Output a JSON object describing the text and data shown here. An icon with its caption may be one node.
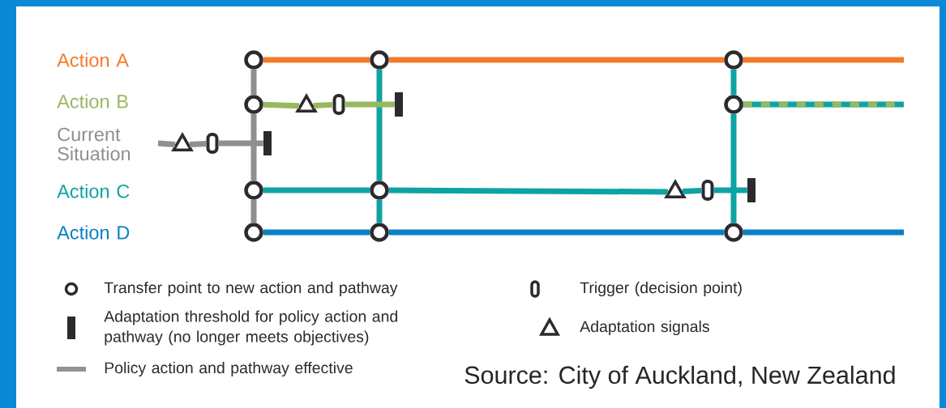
{
  "diagram": {
    "caption": "Source: City of Auckland, New Zealand",
    "nodes": [
      {
        "text": [],
        "shape": "circle"
      },
      {
        "text": [],
        "shape": "circle"
      },
      {
        "text": [],
        "shape": "circle"
      },
      {
        "text": [],
        "shape": "circle"
      },
      {
        "text": [],
        "shape": "bar"
      },
      {
        "text": [],
        "shape": "circle"
      },
      {
        "text": [],
        "shape": "bar"
      },
      {
        "text": [],
        "shape": "circle"
      },
      {
        "text": [],
        "shape": "circle"
      },
      {
        "text": [],
        "shape": "bar"
      },
      {
        "text": [],
        "shape": "circle"
      },
      {
        "text": [],
        "shape": "circle"
      },
      {
        "text": [],
        "shape": "circle"
      },
      {
        "text": [],
        "shape": "triangle"
      },
      {
        "text": [],
        "shape": "box"
      },
      {
        "text": [],
        "shape": "triangle"
      },
      {
        "text": [],
        "shape": "box"
      },
      {
        "text": [],
        "shape": "triangle"
      },
      {
        "text": [],
        "shape": "box"
      }
    ],
    "edges": [
      {
        "from": 0,
        "to": 1,
        "arrow": "none",
        "color": "#f47a2a"
      },
      {
        "from": 1,
        "to": 2,
        "arrow": "none",
        "color": "#f47a2a"
      },
      {
        "from": 2,
        "to": null,
        "arrow": "none",
        "color": "#f47a2a"
      },
      {
        "from": 3,
        "to": 15,
        "arrow": "none",
        "color": "#98b85f"
      },
      {
        "from": 5,
        "to": null,
        "arrow": "none",
        "style": "dashed",
        "color": "#98b85f"
      },
      {
        "from": null,
        "to": 13,
        "arrow": "none",
        "color": "#8e8e93"
      },
      {
        "from": 0,
        "to": 3,
        "arrow": "none",
        "color": "#8e8e93"
      },
      {
        "from": 3,
        "to": 7,
        "arrow": "none",
        "color": "#8e8e93"
      },
      {
        "from": 7,
        "to": 10,
        "arrow": "none",
        "color": "#8e8e93"
      },
      {
        "from": 1,
        "to": 8,
        "arrow": "none"
      },
      {
        "from": 8,
        "to": 11,
        "arrow": "none"
      },
      {
        "from": 2,
        "to": 5,
        "arrow": "none"
      },
      {
        "from": 5,
        "to": 12,
        "arrow": "none"
      },
      {
        "from": 7,
        "to": 8,
        "arrow": "none"
      },
      {
        "from": 8,
        "to": 17,
        "arrow": "none"
      },
      {
        "from": 10,
        "to": 11,
        "arrow": "none",
        "color": "#0a80c4"
      },
      {
        "from": 11,
        "to": 12,
        "arrow": "none",
        "color": "#0a80c4"
      },
      {
        "from": 12,
        "to": null,
        "arrow": "none",
        "color": "#0a80c4"
      },
      {
        "from": 13,
        "to": 14,
        "arrow": "none",
        "color": "#8e8e93"
      },
      {
        "from": 14,
        "to": 6,
        "arrow": "none",
        "color": "#8e8e93"
      },
      {
        "from": 15,
        "to": 16,
        "arrow": "none",
        "color": "#98b85f"
      },
      {
        "from": 16,
        "to": 4,
        "arrow": "none",
        "color": "#98b85f"
      },
      {
        "from": 17,
        "to": 18,
        "arrow": "none"
      },
      {
        "from": 18,
        "to": 9,
        "arrow": "none"
      }
    ],
    "labels": [
      "Action A",
      "Action B",
      "Current Situation",
      "Action C",
      "Action D"
    ],
    "legend": [
      {
        "text": "Transfer point to new action and pathway"
      },
      {
        "text": "Adaptation threshold for policy action and pathway (no longer meets objectives)"
      },
      {
        "text": "Policy action and pathway effective"
      },
      {
        "text": "Trigger (decision point)"
      },
      {
        "text": "Adaptation signals"
      }
    ]
  }
}
